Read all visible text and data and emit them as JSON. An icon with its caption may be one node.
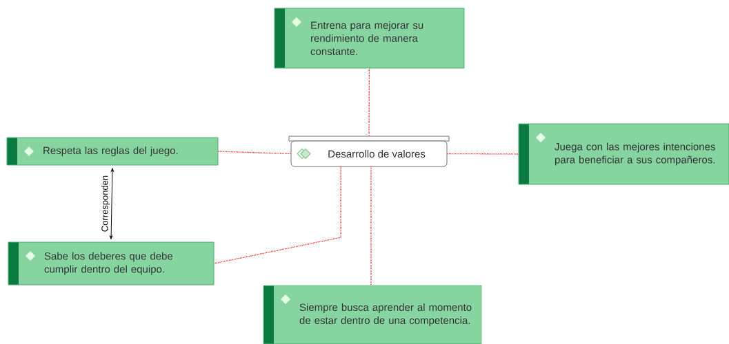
{
  "diagram": {
    "nodes": [
      {
        "text": [
          "Desarrollo de valores"
        ]
      },
      {
        "text": [
          "Entrena para mejorar su rendimiento de manera constante."
        ]
      },
      {
        "text": [
          "Respeta las reglas del juego."
        ]
      },
      {
        "text": [
          "Juega con las mejores intenciones para beneficiar a sus compañeros."
        ]
      },
      {
        "text": [
          "Sabe los deberes que debe cumplir dentro del equipo."
        ]
      },
      {
        "text": [
          "Siempre busca aprender al momento de estar dentro de una competencia."
        ]
      }
    ],
    "edges": [
      {
        "from": 0,
        "to": 1,
        "arrow": "none",
        "style": "dashed"
      },
      {
        "from": 2,
        "to": 0,
        "arrow": "none",
        "style": "dashed"
      },
      {
        "from": 0,
        "to": 3,
        "arrow": "none",
        "style": "dashed"
      },
      {
        "from": 0,
        "to": 4,
        "arrow": "none",
        "style": "dashed"
      },
      {
        "from": 0,
        "to": 5,
        "arrow": "none",
        "style": "dashed"
      },
      {
        "from": 2,
        "to": 4,
        "arrow": "both",
        "label": "Corresponden",
        "color": "#000000"
      }
    ]
  }
}
